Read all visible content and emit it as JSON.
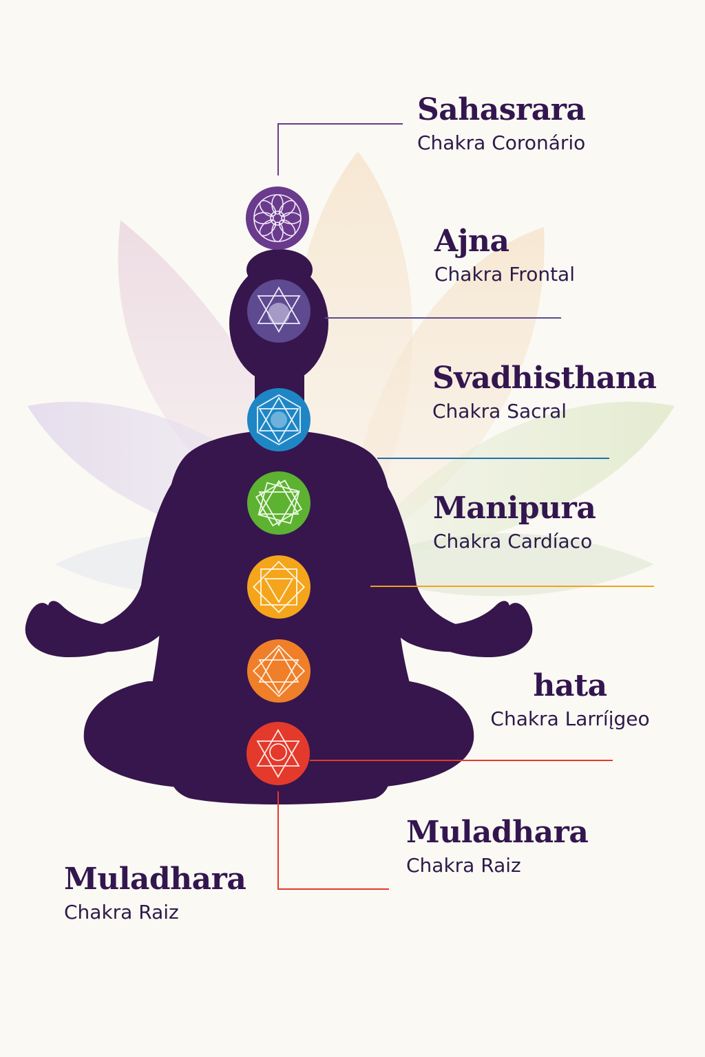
{
  "colors": {
    "background": "#fbf9f4",
    "silhouette": "#36164c",
    "text": "#33164f",
    "crown": "#6a3a8c",
    "third_eye": "#5d4a90",
    "throat": "#1f86c6",
    "heart": "#5db231",
    "solar_plexus": "#f4a51c",
    "sacral": "#f07f29",
    "root": "#e33a2c"
  },
  "chakras": [
    {
      "name": "Sahasrara",
      "subtitle": "Chakra Coronário",
      "icon": "crown-lotus-icon",
      "color": "#6a3a8c"
    },
    {
      "name": "Ajna",
      "subtitle": "Chakra Frontal",
      "icon": "third-eye-triangle-icon",
      "color": "#5d4a90"
    },
    {
      "name": "Svadhisthana",
      "subtitle": "Chakra Sacral",
      "icon": "throat-hexagram-icon",
      "color": "#1f86c6"
    },
    {
      "name": "Manipura",
      "subtitle": "Chakra Cardíaco",
      "icon": "heart-star-icon",
      "color": "#5db231"
    },
    {
      "name": "",
      "subtitle": "",
      "icon": "solar-plexus-icon",
      "color": "#f4a51c"
    },
    {
      "name": "hata",
      "subtitle": "Chakra Larríįgeo",
      "icon": "sacral-hexagram-icon",
      "color": "#f07f29"
    },
    {
      "name": "Muladhara",
      "subtitle": "Chakra Raiz",
      "icon": "root-triangle-icon",
      "color": "#e33a2c"
    }
  ],
  "extra_label": {
    "name": "Muladhara",
    "subtitle": "Chakra Raiz"
  }
}
